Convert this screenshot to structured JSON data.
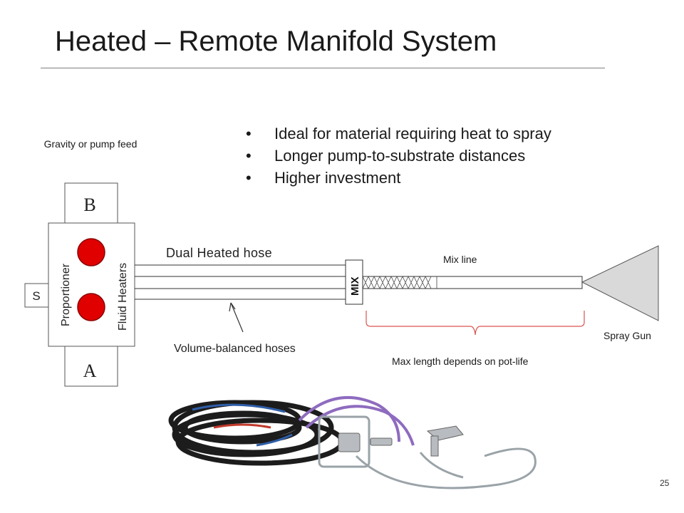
{
  "slide": {
    "title": "Heated – Remote Manifold System",
    "page_number": "25"
  },
  "bullets": [
    "Ideal for material requiring heat to spray",
    "Longer pump-to-substrate distances",
    "Higher investment"
  ],
  "labels": {
    "feed": "Gravity or pump feed",
    "tank_b": "B",
    "tank_a": "A",
    "solvent": "S",
    "proportioner": "Proportioner",
    "fluid_heaters": "Fluid Heaters",
    "dual_heated_hose": "Dual Heated hose",
    "mix_block": "MIX",
    "mix_line": "Mix line",
    "spray_gun": "Spray Gun",
    "volume_balanced_hoses": "Volume-balanced hoses",
    "max_length": "Max length depends on pot-life"
  },
  "colors": {
    "heater_fill": "#e00000",
    "heater_stroke": "#8b0000",
    "brace": "#d9534f",
    "gun_fill": "#d9d9d9",
    "line": "#333333",
    "hose_black": "#1c1c1c",
    "hose_purple": "#8e6bbf"
  },
  "icons": {
    "photo": "remote-manifold-hose-kit-photo"
  }
}
